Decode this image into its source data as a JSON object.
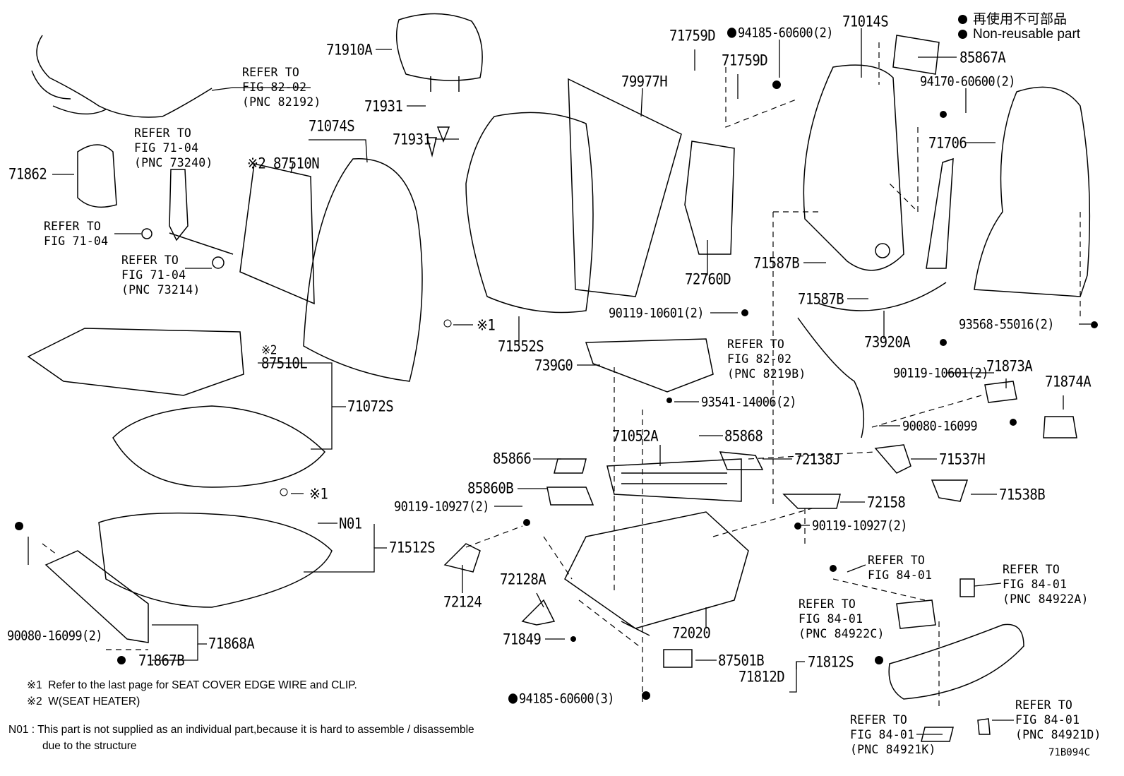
{
  "legend": {
    "line1": "再使用不可部品",
    "line2": "Non-reusable part"
  },
  "callouts": [
    "71910A",
    "71931",
    "71931",
    "71074S",
    "※2 87510N",
    "71862",
    "79977H",
    "71759D",
    "94185-60600(2)",
    "71014S",
    "71759D",
    "85867A",
    "94170-60600(2)",
    "71706",
    "72760D",
    "71587B",
    "71587B",
    "90119-10601(2)",
    "※1",
    "71552S",
    "73920A",
    "93568-55016(2)",
    "739G0",
    "90119-10601(2)",
    "71873A",
    "71874A",
    "※2",
    "87510L",
    "71072S",
    "93541-14006(2)",
    "90080-16099",
    "71052A",
    "85868",
    "85866",
    "72138J",
    "71537H",
    "85860B",
    "※1",
    "71538B",
    "90119-10927(2)",
    "72158",
    "N01",
    "90119-10927(2)",
    "71512S",
    "72128A",
    "72124",
    "72020",
    "90080-16099(2)",
    "71849",
    "71868A",
    "71867B",
    "87501B",
    "71812S",
    "71812D",
    "94185-60600(3)"
  ],
  "refs": [
    [
      "REFER TO",
      "FIG 82-02",
      "(PNC 82192)"
    ],
    [
      "REFER TO",
      "FIG 71-04",
      "(PNC 73240)"
    ],
    [
      "REFER TO",
      "FIG 71-04"
    ],
    [
      "REFER TO",
      "FIG 71-04",
      "(PNC 73214)"
    ],
    [
      "REFER TO",
      "FIG 82-02",
      "(PNC 8219B)"
    ],
    [
      "REFER TO",
      "FIG 84-01"
    ],
    [
      "REFER TO",
      "FIG 84-01",
      "(PNC 84922A)"
    ],
    [
      "REFER TO",
      "FIG 84-01",
      "(PNC 84922C)"
    ],
    [
      "REFER TO",
      "FIG 84-01",
      "(PNC 84921D)"
    ],
    [
      "REFER TO",
      "FIG 84-01",
      "(PNC 84921K)"
    ]
  ],
  "notes": {
    "n1": "※1  Refer to the last page for SEAT COVER EDGE WIRE and CLIP.",
    "n2": "※2  W(SEAT HEATER)",
    "n01_line1": "N01 : This part is not supplied as an individual part,because it is hard to assemble / disassemble",
    "n01_line2": "due to the structure"
  },
  "figure_code": "71B094C"
}
